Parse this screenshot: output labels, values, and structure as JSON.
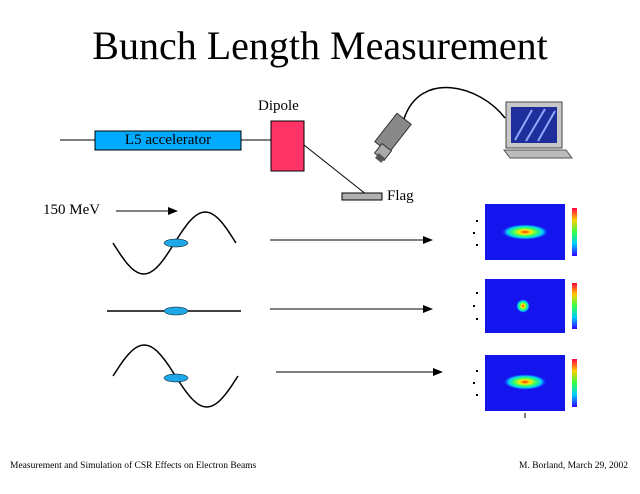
{
  "title": "Bunch Length Measurement",
  "labels": {
    "dipole": "Dipole",
    "accelerator": "L5 accelerator",
    "flag": "Flag",
    "energy": "150 MeV"
  },
  "footer": {
    "left": "Measurement and Simulation of CSR Effects on Electron Beams",
    "right": "M. Borland, March 29, 2002"
  },
  "colors": {
    "accelerator": "#00aaff",
    "dipole": "#ff3366",
    "flag": "#b0b0b0",
    "bunch": "#1fa8e8",
    "screen_bg": "#1414ee"
  },
  "icons": [
    "camera-icon",
    "computer-monitor-icon"
  ]
}
